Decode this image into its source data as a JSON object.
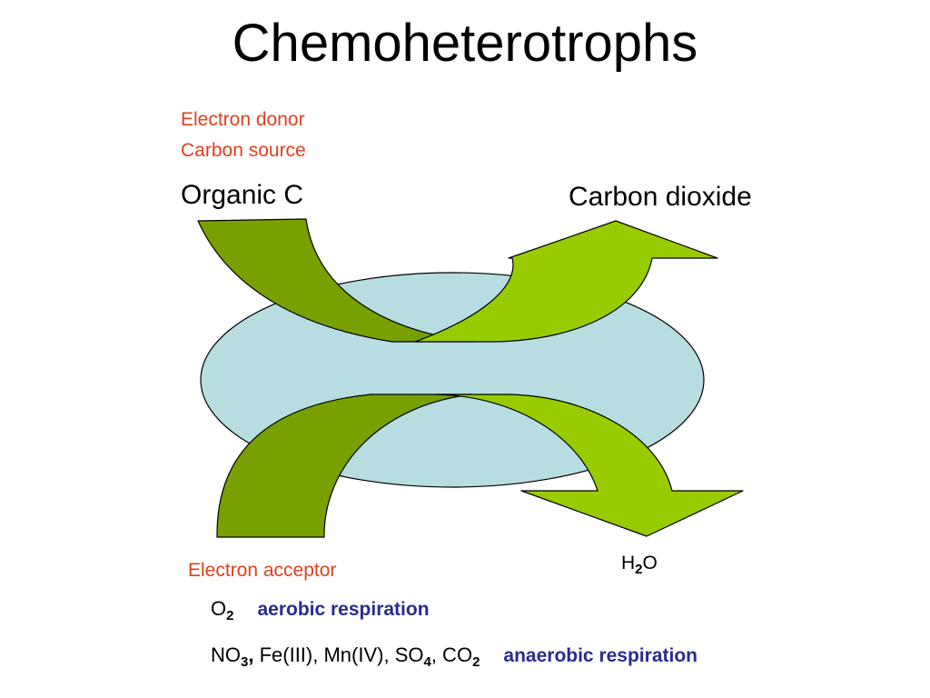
{
  "title": "Chemoheterotrophs",
  "labels": {
    "electron_donor": "Electron donor",
    "carbon_source": "Carbon source",
    "organic_c": "Organic C",
    "carbon_dioxide": "Carbon dioxide",
    "electron_acceptor": "Electron acceptor"
  },
  "water": {
    "h": "H",
    "sub": "2",
    "o": "O"
  },
  "aerobic": {
    "formula": "O",
    "sub": "2",
    "process": "aerobic respiration"
  },
  "anaerobic": {
    "no": "NO",
    "no_sub": "3",
    "no_sep": ",",
    "metals": " Fe(III), Mn(IV), SO",
    "so_sub": "4",
    "co": ", CO",
    "co_sub": "2",
    "process": "anaerobic respiration"
  },
  "colors": {
    "cell_fill": "#b7dde0",
    "dark_arrow": "#78a000",
    "light_arrow": "#99cc00",
    "red_text": "#e0401c",
    "process_text": "#2b2b8c"
  },
  "icons": {
    "cell": "cell-ellipse",
    "arrows": [
      "organic-c-input-arrow",
      "carbon-dioxide-output-arrow",
      "electron-acceptor-input-arrow",
      "water-output-arrow"
    ]
  }
}
